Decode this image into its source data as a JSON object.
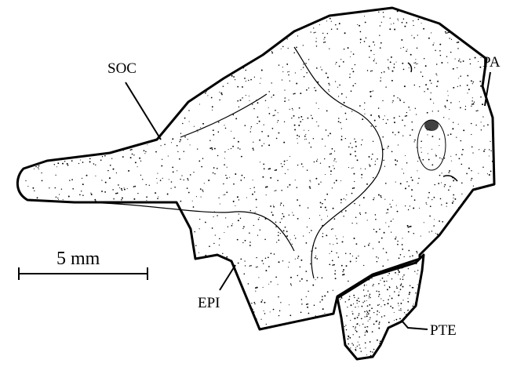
{
  "labels": {
    "soc": "SOC",
    "pa": "PA",
    "epi": "EPI",
    "pte": "PTE",
    "scale": "5 mm"
  },
  "colors": {
    "ink": "#000000",
    "paper": "#ffffff"
  },
  "stipple_seed": 7
}
